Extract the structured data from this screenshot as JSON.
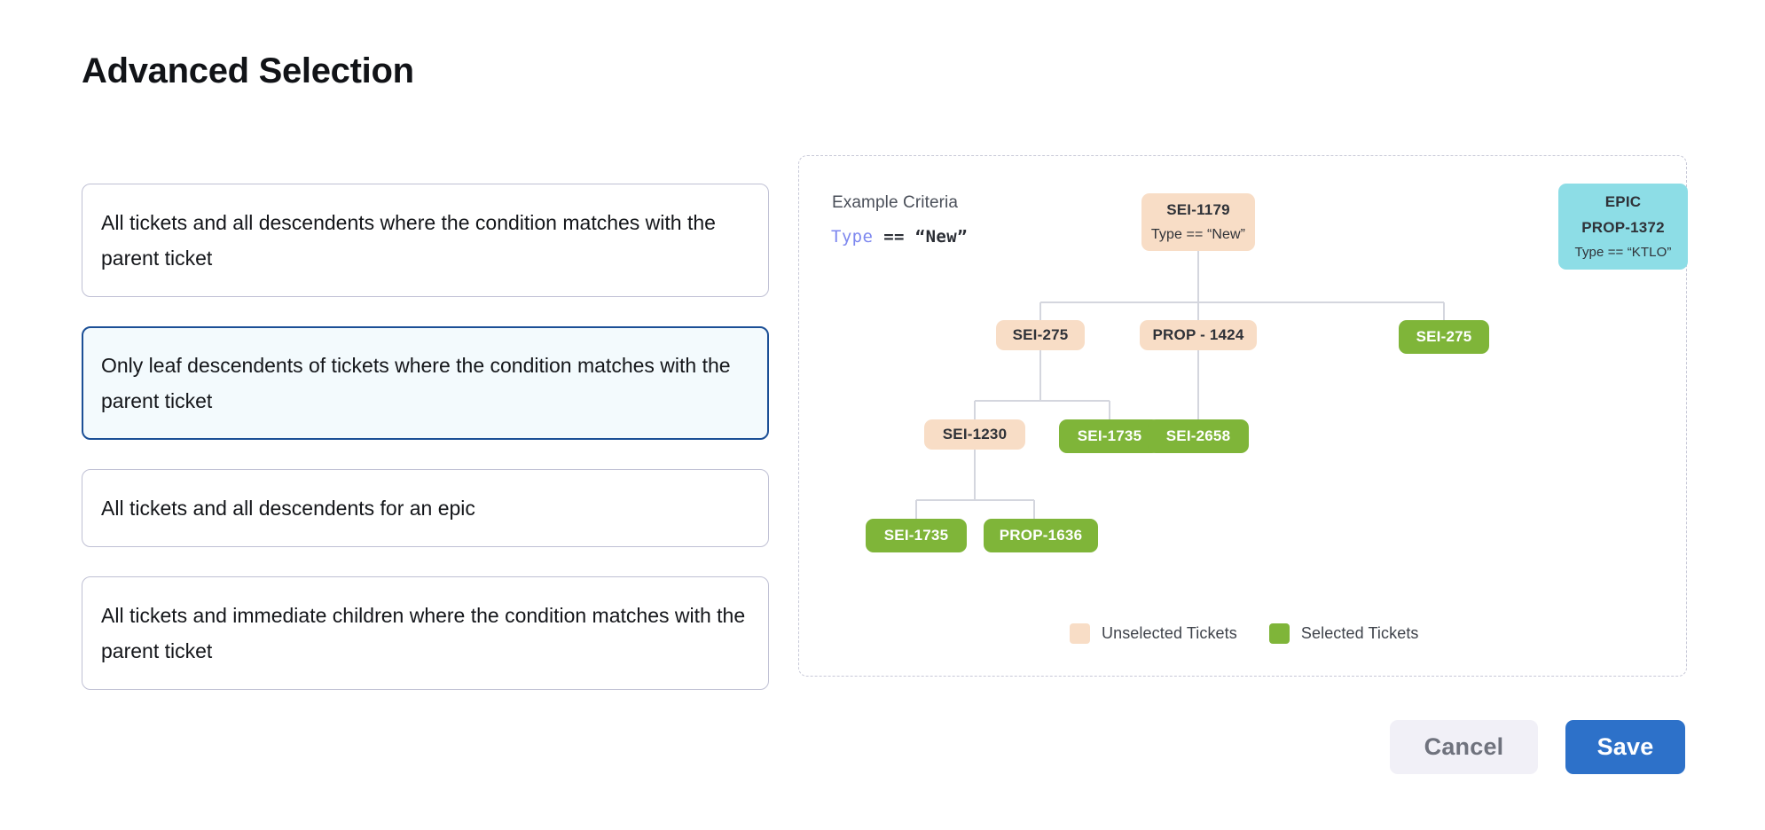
{
  "page": {
    "title": "Advanced Selection"
  },
  "options": [
    {
      "label": "All tickets and all descendents where the condition matches with the parent ticket",
      "selected": false
    },
    {
      "label": "Only leaf descendents of tickets where the condition matches with the parent ticket",
      "selected": true
    },
    {
      "label": "All tickets and all descendents for an epic",
      "selected": false
    },
    {
      "label": "All tickets and immediate children where the condition matches with the parent ticket",
      "selected": false
    }
  ],
  "diagram": {
    "criteria_label": "Example Criteria",
    "criteria": {
      "field": "Type",
      "operator": "==",
      "value": "“New”"
    },
    "nodes": [
      {
        "id": "root",
        "line1": "SEI-1179",
        "line2": "Type == “New”",
        "state": "unselected"
      },
      {
        "id": "epic",
        "line1": "EPIC",
        "line2": "PROP-1372",
        "line3": "Type == “KTLO”",
        "state": "epic"
      },
      {
        "id": "sei275a",
        "line1": "SEI-275",
        "state": "unselected"
      },
      {
        "id": "prop1424",
        "line1": "PROP - 1424",
        "state": "unselected"
      },
      {
        "id": "sei275b",
        "line1": "SEI-275",
        "state": "selected"
      },
      {
        "id": "sei1230",
        "line1": "SEI-1230",
        "state": "unselected"
      },
      {
        "id": "sei1735a",
        "line1": "SEI-1735",
        "state": "selected"
      },
      {
        "id": "sei2658",
        "line1": "SEI-2658",
        "state": "selected"
      },
      {
        "id": "sei1735b",
        "line1": "SEI-1735",
        "state": "selected"
      },
      {
        "id": "prop1636",
        "line1": "PROP-1636",
        "state": "selected"
      }
    ],
    "legend": [
      {
        "label": "Unselected Tickets",
        "color": "#f8ddc6"
      },
      {
        "label": "Selected Tickets",
        "color": "#7fb539"
      }
    ]
  },
  "footer": {
    "cancel_label": "Cancel",
    "save_label": "Save"
  },
  "colors": {
    "unselected": "#f8ddc6",
    "selected": "#7fb539",
    "epic": "#8ddde6",
    "accent": "#2d71c9",
    "selected_card_border": "#1b4f96",
    "selected_card_bg": "#f3fafd",
    "connector": "#d4d6de"
  }
}
